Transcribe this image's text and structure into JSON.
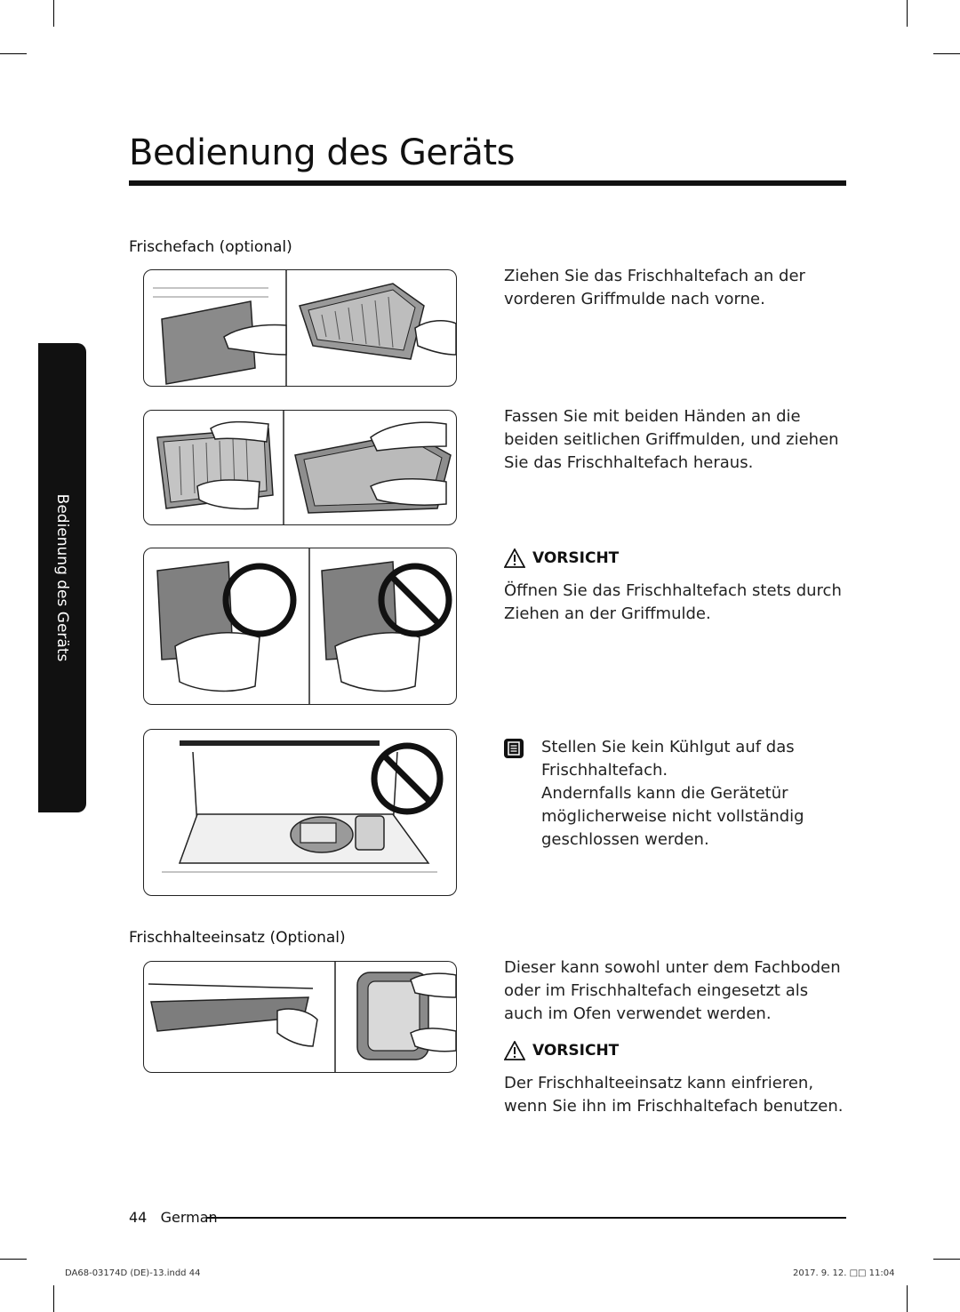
{
  "header": {
    "title": "Bedienung des Geräts"
  },
  "side_tab": {
    "label": "Bedienung des Geräts"
  },
  "section1": {
    "heading": "Frischefach (optional)",
    "step1": {
      "text": "Ziehen Sie das Frischhaltefach an der vorderen Griffmulde nach vorne."
    },
    "step2": {
      "text": "Fassen Sie mit beiden Händen an die beiden seitlichen Griffmulden, und ziehen Sie das Frischhaltefach heraus."
    },
    "caution1": {
      "label": "VORSICHT",
      "text": "Öffnen Sie das Frischhaltefach stets durch Ziehen an der Griffmulde."
    },
    "note": {
      "line1": "Stellen Sie kein Kühlgut auf das Frischhaltefach.",
      "line2": "Andernfalls kann die Gerätetür möglicherweise nicht vollständig geschlossen werden."
    }
  },
  "section2": {
    "heading": "Frischhalteeinsatz (Optional)",
    "text": "Dieser kann sowohl unter dem Fachboden oder im Frischhaltefach eingesetzt als auch im Ofen verwendet werden.",
    "caution2": {
      "label": "VORSICHT",
      "text": "Der Frischhalteeinsatz kann einfrieren, wenn Sie ihn im Frischhaltefach benutzen."
    }
  },
  "footer": {
    "page_number": "44",
    "language": "German",
    "file": "DA68-03174D (DE)-13.indd   44",
    "date": "2017. 9. 12.   □□ 11:04"
  },
  "icons": {
    "warning": "warning-triangle-icon",
    "note": "note-icon",
    "prohibited": "prohibited-icon"
  }
}
